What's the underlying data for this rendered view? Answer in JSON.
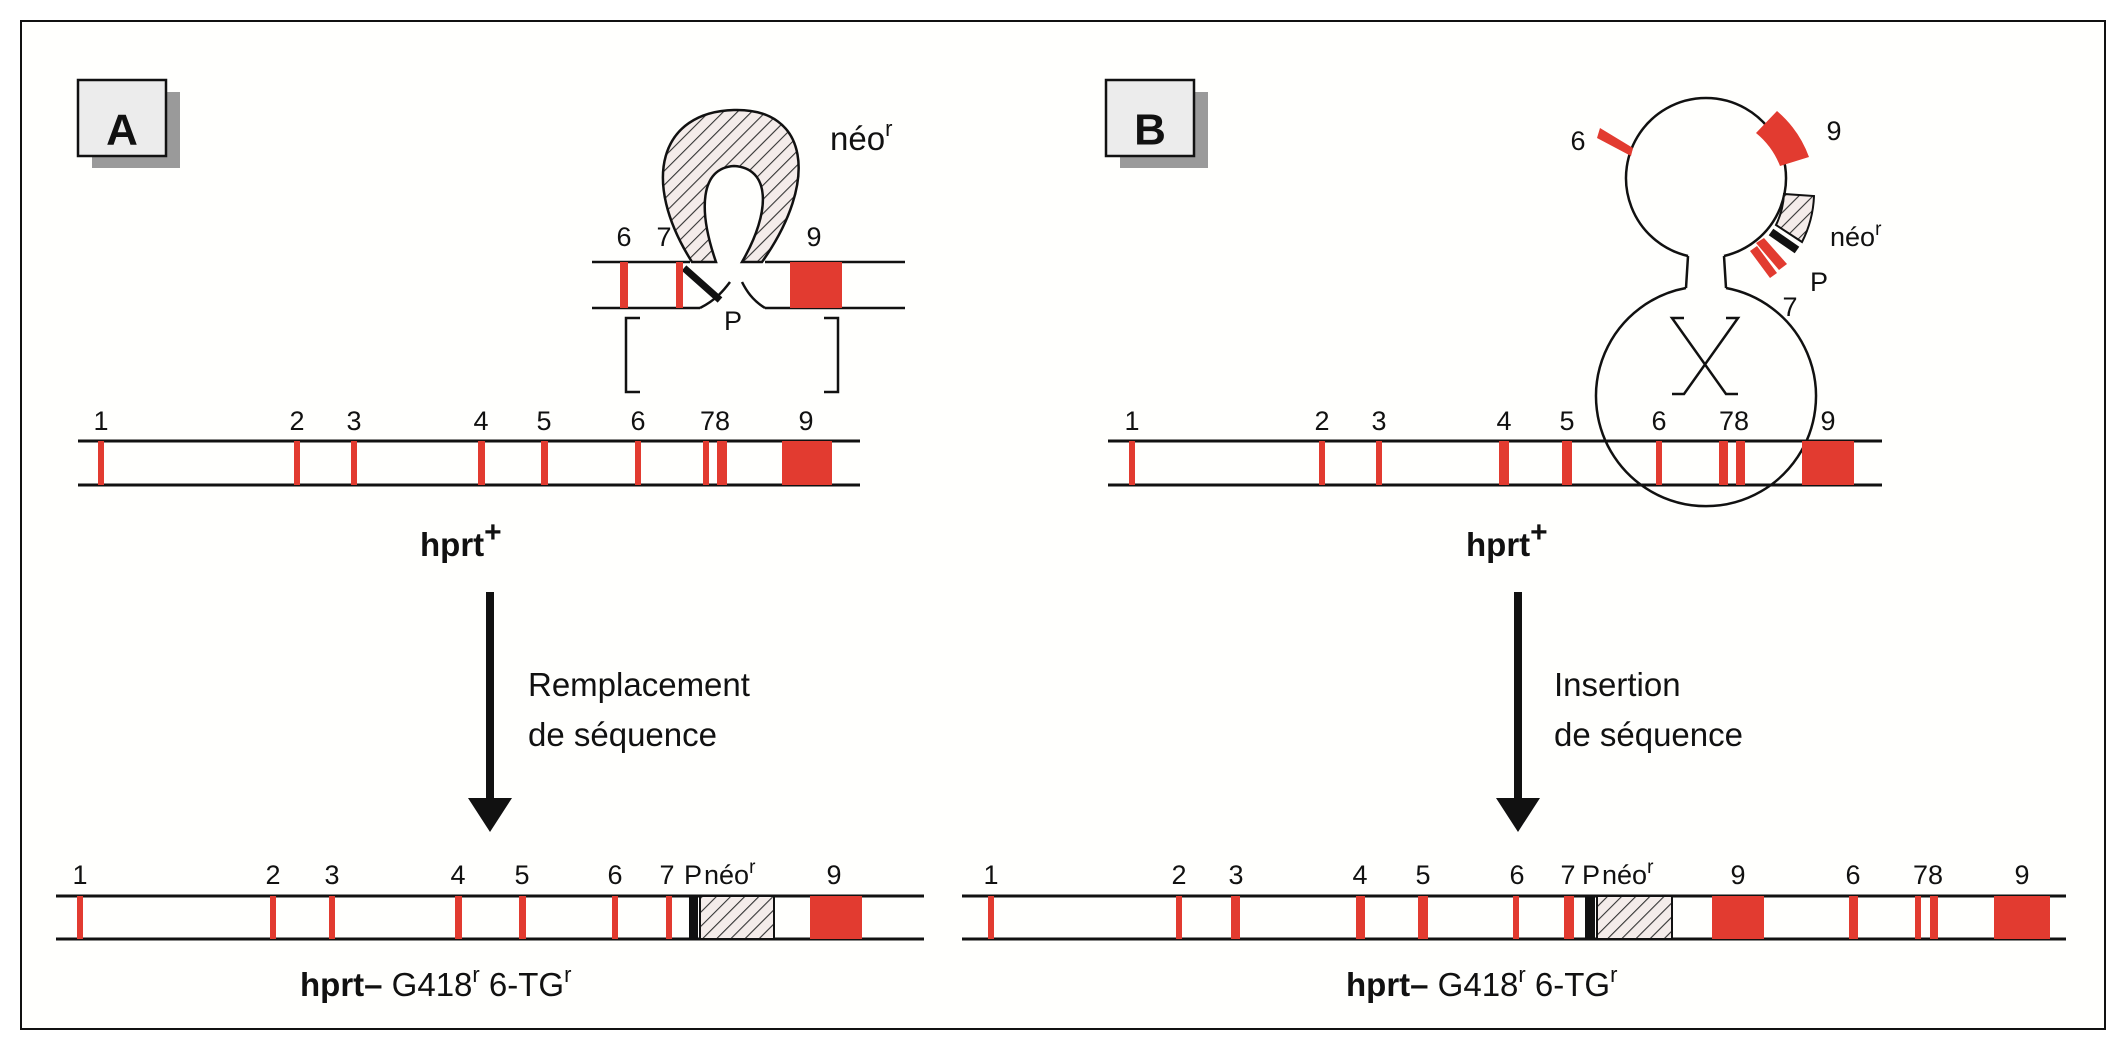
{
  "colors": {
    "exon": "#e23b30",
    "line": "#111111",
    "hatch": "#333333"
  },
  "panel_a": {
    "badge": "A",
    "vector": {
      "labels": {
        "e6": "6",
        "e7": "7",
        "e9": "9",
        "promoter": "P",
        "neo": "néo",
        "neo_sup": "r"
      }
    },
    "gene_labels": [
      "1",
      "2",
      "3",
      "4",
      "5",
      "6",
      "78",
      "9"
    ],
    "gene_name": "hprt",
    "gene_sup": "+",
    "process_line1": "Remplacement",
    "process_line2": "de séquence",
    "result_labels": [
      "1",
      "2",
      "3",
      "4",
      "5",
      "6",
      "7"
    ],
    "result_p": "P",
    "result_neo": "néo",
    "result_neo_sup": "r",
    "result_e9": "9",
    "result_name": "hprt",
    "result_minus": "–",
    "result_g418": " G418",
    "result_g418_sup": "r",
    "result_tg": " 6-TG",
    "result_tg_sup": "r"
  },
  "panel_b": {
    "badge": "B",
    "circle_labels": {
      "e6": "6",
      "e9": "9",
      "e7": "7",
      "promoter": "P",
      "neo": "néo",
      "neo_sup": "r"
    },
    "gene_labels": [
      "1",
      "2",
      "3",
      "4",
      "5",
      "6",
      "78",
      "9"
    ],
    "gene_name": "hprt",
    "gene_sup": "+",
    "process_line1": "Insertion",
    "process_line2": "de séquence",
    "result_labels": [
      "1",
      "2",
      "3",
      "4",
      "5",
      "6",
      "7",
      "9",
      "6",
      "78",
      "9"
    ],
    "result_p": "P",
    "result_neo": "néo",
    "result_neo_sup": "r",
    "result_name": "hprt",
    "result_minus": "–",
    "result_g418": " G418",
    "result_g418_sup": "r",
    "result_tg": " 6-TG",
    "result_tg_sup": "r"
  }
}
